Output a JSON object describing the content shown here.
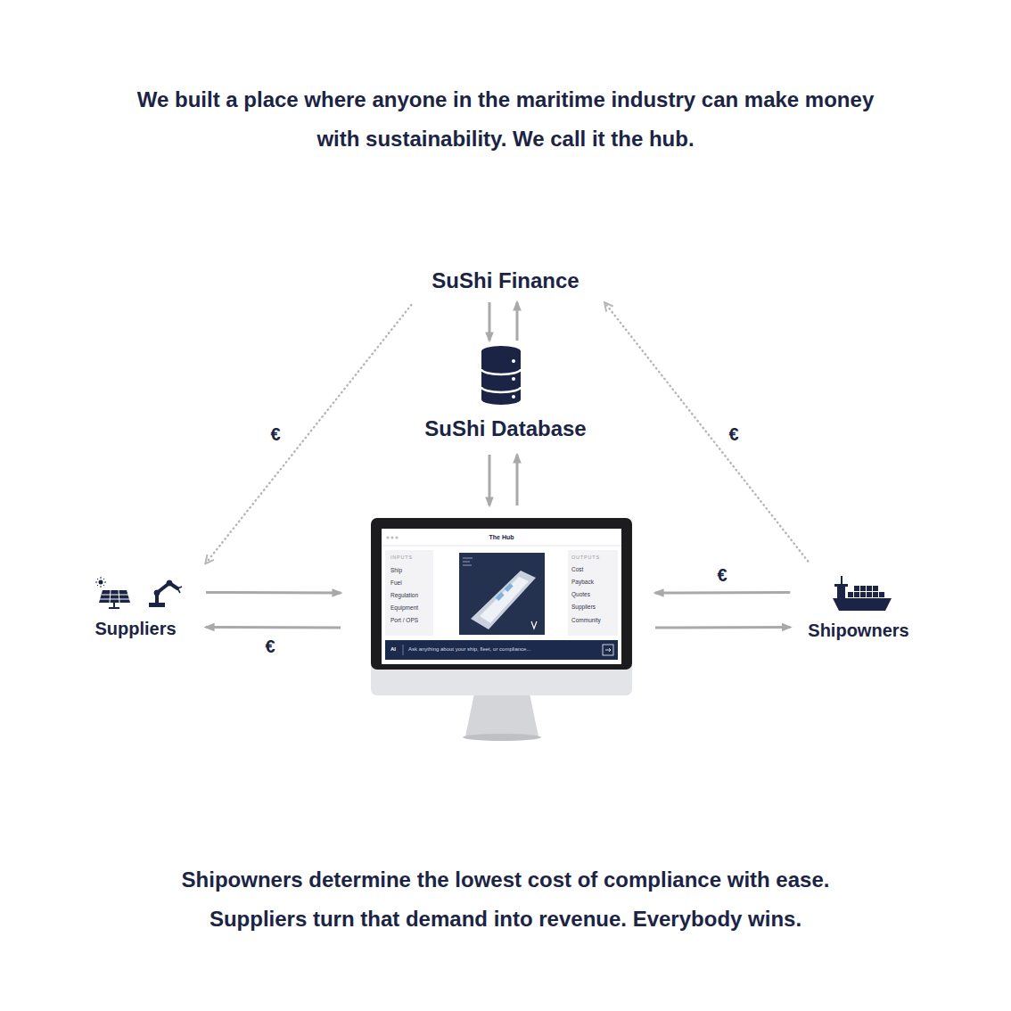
{
  "diagram": {
    "title": "We built a place where anyone in the maritime industry can make money with sustainability. We call it the hub.",
    "caption": "Shipowners determine the lowest cost of compliance with ease. Suppliers turn that demand into revenue. Everybody wins.",
    "nodes": [
      {
        "text": [
          "SuShi Finance"
        ]
      },
      {
        "text": [
          "SuShi Database"
        ]
      },
      {
        "text": [
          "The Hub"
        ]
      },
      {
        "text": [
          "Suppliers"
        ]
      },
      {
        "text": [
          "Shipowners"
        ]
      }
    ],
    "edges": [
      {
        "from": 0,
        "to": 1,
        "arrow": "to"
      },
      {
        "from": 1,
        "to": 0,
        "arrow": "to"
      },
      {
        "from": 1,
        "to": 2,
        "arrow": "to"
      },
      {
        "from": 2,
        "to": 1,
        "arrow": "to"
      },
      {
        "from": 3,
        "to": 2,
        "arrow": "to"
      },
      {
        "from": 2,
        "to": 3,
        "label": "€",
        "arrow": "to"
      },
      {
        "from": 4,
        "to": 2,
        "label": "€",
        "arrow": "to"
      },
      {
        "from": 2,
        "to": 4,
        "arrow": "to"
      },
      {
        "from": 0,
        "to": 3,
        "label": "€",
        "arrow": "to"
      },
      {
        "from": 4,
        "to": 0,
        "label": "€",
        "arrow": "to"
      }
    ],
    "labels": [
      "INPUTS",
      "Ship",
      "Fuel",
      "Regulation",
      "Equipment",
      "Port / OPS",
      "OUTPUTS",
      "Cost",
      "Payback",
      "Quotes",
      "Suppliers",
      "Community",
      "AI",
      "Ask anything about your ship, fleet, or compliance..."
    ]
  }
}
